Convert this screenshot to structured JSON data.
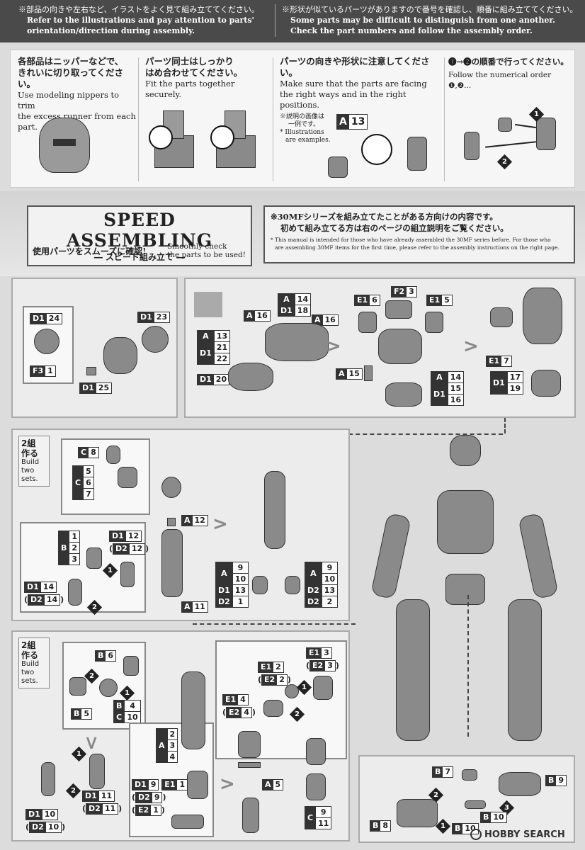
{
  "header": {
    "left_jp": "※部品の向きや左右など、イラストをよく見て組み立ててください。",
    "left_en1": "Refer to the illustrations and pay attention to parts'",
    "left_en2": "orientation/direction during assembly.",
    "right_jp": "※形状が似ているパーツがありますので番号を確認し、順番に組み立ててください。",
    "right_en1": "Some parts may be difficult to distinguish from one another.",
    "right_en2": "Check the part numbers and follow the assembly order."
  },
  "tips": [
    {
      "jp1": "各部品はニッパーなどで、",
      "jp2": "きれいに切り取ってください。",
      "en1": "Use modeling nippers to trim",
      "en2": "the excess runner from each part."
    },
    {
      "jp1": "パーツ同士はしっかり",
      "jp2": "はめ合わせてください。",
      "en1": "Fit the parts together",
      "en2": "securely."
    },
    {
      "jp1": "パーツの向きや形状に注意してください。",
      "en1": "Make sure that the parts are facing",
      "en2": "the right ways and in the right positions.",
      "note_jp1": "※説明の画像は",
      "note_jp2": "一例です。",
      "note_en1": "* Illustrations",
      "note_en2": "are examples.",
      "part_letter": "A",
      "part_num": "13"
    },
    {
      "jp": "❶→❷の順番で行ってください。",
      "en": "Follow the numerical order ❶,❷..."
    }
  ],
  "speed": {
    "title": "SPEED ASSEMBLING",
    "subtitle": "― スピード組み立て ―",
    "check_jp": "使用パーツをスムーズに確認!",
    "check_en1": "Smoothly check",
    "check_en2": "the parts to be used!",
    "note_jp1": "※30MFシリーズを組み立てたことがある方向けの内容です。",
    "note_jp2": "初めて組み立てる方は右のページの組立説明をご覧ください。",
    "note_en1": "* This manual is intended for those who have already assembled the 30MF series before. For those who",
    "note_en2": "are assembling 30MF items for the first time, please refer to the assembly instructions on the right page."
  },
  "build_two": {
    "jp1": "2組",
    "jp2": "作る",
    "en1": "Build",
    "en2": "two",
    "en3": "sets."
  },
  "head_parts": {
    "d1": "D1",
    "n24": "24",
    "n23": "23",
    "f3": "F3",
    "n1": "1",
    "n25": "25"
  },
  "torso_parts": {
    "a": "A",
    "d1": "D1",
    "e1": "E1",
    "f2": "F2",
    "a16": "16",
    "a14": "14",
    "d18": "18",
    "a13": "13",
    "d21": "21",
    "d22": "22",
    "d20": "20",
    "e6": "6",
    "f23": "3",
    "e5": "5",
    "a15": "15",
    "d15": "15",
    "d16": "16",
    "e7": "7",
    "d17": "17",
    "d19": "19"
  },
  "arm_parts": {
    "c8": "8",
    "c5": "5",
    "c6": "6",
    "c7": "7",
    "c": "C",
    "b": "B",
    "b1": "1",
    "b2": "2",
    "b3": "3",
    "d1": "D1",
    "d2": "D2",
    "n12": "12",
    "n14": "14",
    "a": "A",
    "a12": "12",
    "a11": "11",
    "a9": "9",
    "a10": "10",
    "d13": "13",
    "d1n": "1",
    "d2n": "2"
  },
  "leg_parts": {
    "b": "B",
    "c": "C",
    "a": "A",
    "d1": "D1",
    "d2": "D2",
    "e1": "E1",
    "e2": "E2",
    "b6": "6",
    "b5": "5",
    "b4": "4",
    "c10": "10",
    "n11": "11",
    "n10": "10",
    "a2": "2",
    "a3": "3",
    "a4": "4",
    "n9": "9",
    "e1n": "1",
    "e3": "3",
    "e2n": "2",
    "e4": "4",
    "a5": "5",
    "c9": "9",
    "c11": "11",
    "b7": "7",
    "b9": "9",
    "b8": "8",
    "b10": "10"
  },
  "watermark": "HOBBY SEARCH"
}
